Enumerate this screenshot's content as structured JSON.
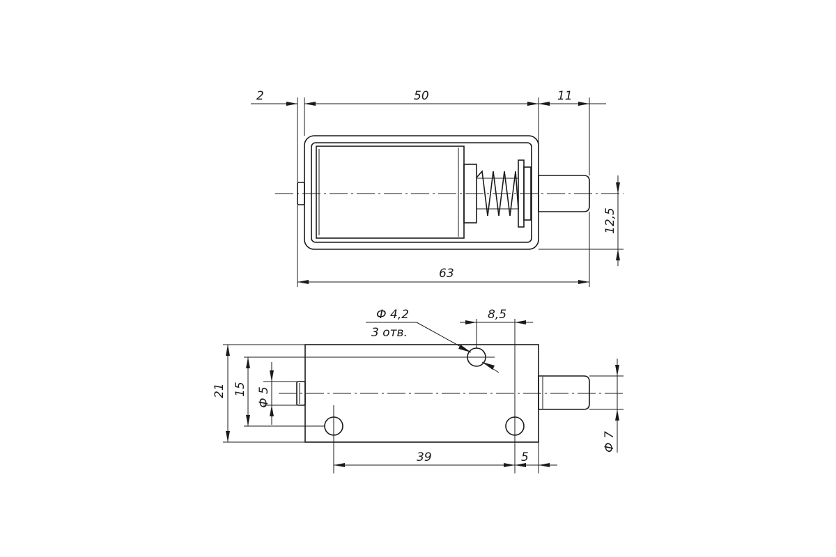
{
  "top_view": {
    "dim_left": "2",
    "dim_body": "50",
    "dim_plunger": "11",
    "dim_total": "63",
    "dim_height": "12,5"
  },
  "bottom_view": {
    "hole_diameter": "Ф 4,2",
    "hole_count": "3 отв.",
    "dim_hole_offset": "8,5",
    "dim_height_total": "21",
    "dim_height_inner": "15",
    "dim_pin_diameter": "Ф 5",
    "dim_hole_spacing": "39",
    "dim_edge": "5",
    "dim_plunger_diameter": "Ф 7"
  }
}
